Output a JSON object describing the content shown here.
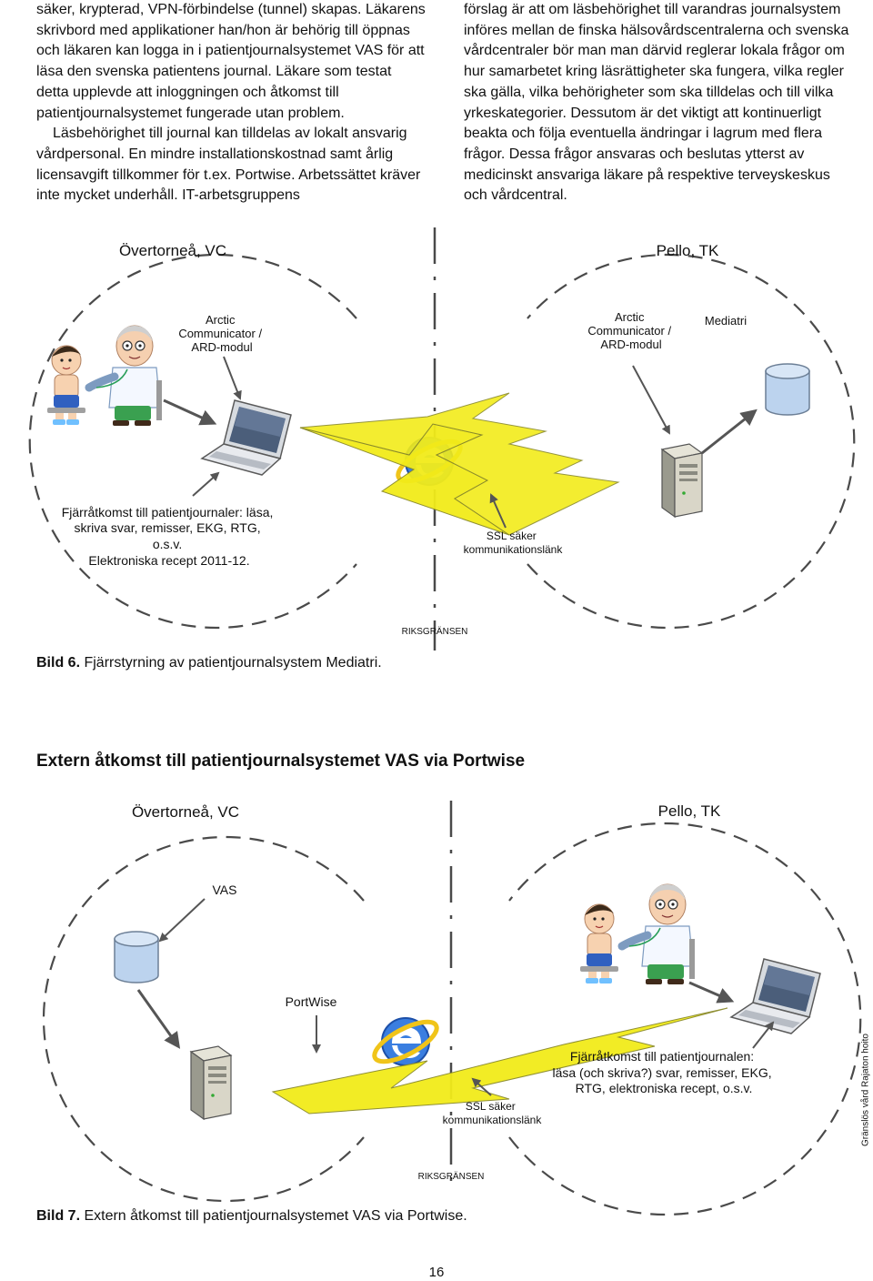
{
  "body_text": {
    "left_column": [
      "säker, krypterad, VPN-förbindelse (tunnel) skapas. Läkarens skrivbord med applikationer han/hon är behörig till öppnas och läkaren kan logga in i patientjournalsystemet VAS för att läsa den svenska patientens journal. Läkare som testat detta upplevde att inloggningen och åtkomst till patientjournalsystemet fungerade utan problem.",
      "Läsbehörighet till journal kan tilldelas av lokalt ansvarig vårdpersonal. En mindre installationskostnad samt årlig licensavgift tillkommer för t.ex. Portwise. Arbetssättet kräver inte mycket underhåll. IT-arbetsgruppens"
    ],
    "right_column": [
      "förslag är att om läsbehörighet till varandras journalsystem införes mellan de finska hälsovårdscentralerna och svenska vårdcentraler bör man man därvid reglerar lokala frågor om hur samarbetet kring läsrättigheter ska fungera, vilka regler ska gälla, vilka behörigheter som ska tilldelas och till vilka yrkeskategorier. Dessutom är det viktigt att kontinuerligt beakta och följa eventuella ändringar i lagrum med flera frågor. Dessa frågor ansvaras och beslutas ytterst av medicinskt ansvariga läkare på respektive terveyskeskus och vårdcentral."
    ]
  },
  "figure6": {
    "left_site": "Övertorneå, VC",
    "right_site": "Pello, TK",
    "arctic_left": [
      "Arctic",
      "Communicator /",
      "ARD-modul"
    ],
    "arctic_right": [
      "Arctic",
      "Communicator /",
      "ARD-modul"
    ],
    "mediatri": "Mediatri",
    "remote_access": [
      "Fjärråtkomst till patientjournaler: läsa,",
      "skriva svar, remisser, EKG, RTG,",
      "o.s.v.",
      "Elektroniska recept 2011-12."
    ],
    "ssl": [
      "SSL säker",
      "kommunikationslänk"
    ],
    "border": "RIKSGRÄNSEN",
    "caption_bold": "Bild 6.",
    "caption_text": " Fjärrstyrning av patientjournalsystem Mediatri."
  },
  "section_title": "Extern åtkomst till patientjournalsystemet VAS via Portwise",
  "figure7": {
    "left_site": "Övertorneå, VC",
    "right_site": "Pello, TK",
    "vas": "VAS",
    "portwise": "PortWise",
    "remote_access": [
      "Fjärråtkomst till patientjournalen:",
      "läsa (och skriva?) svar, remisser, EKG,",
      "RTG, elektroniska recept, o.s.v."
    ],
    "ssl": [
      "SSL säker",
      "kommunikationslänk"
    ],
    "border": "RIKSGRÄNSEN",
    "caption_bold": "Bild 7.",
    "caption_text": " Extern åtkomst till patientjournalsystemet VAS via Portwise."
  },
  "side_note": "Gränslös vård Rajaton hoito",
  "page_number": "16",
  "colors": {
    "dash": "#4a4a4a",
    "arrow": "#555555",
    "lightning": "#f2ec1a",
    "lightning_edge": "#8a8a2a",
    "db": "#bcd3ee",
    "ie_blue": "#2a6fd6",
    "ie_ring": "#f0c419"
  },
  "icons": [
    "doctor-patient-icon",
    "laptop-icon",
    "internet-explorer-icon",
    "database-icon",
    "server-tower-icon",
    "lightning-link-icon"
  ]
}
